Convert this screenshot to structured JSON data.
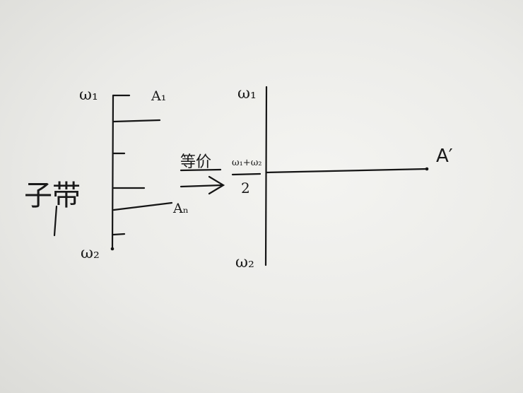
{
  "left_label": "子带",
  "left_axis": {
    "top": "ω₁",
    "bottom": "ω₂",
    "first_component": "A₁",
    "last_component": "Aₙ"
  },
  "arrow_label": "等价",
  "right_axis": {
    "top": "ω₁",
    "center_numerator": "ω₁+ω₂",
    "center_denominator": "2",
    "bottom": "ω₂",
    "equivalent_component": "A′"
  }
}
